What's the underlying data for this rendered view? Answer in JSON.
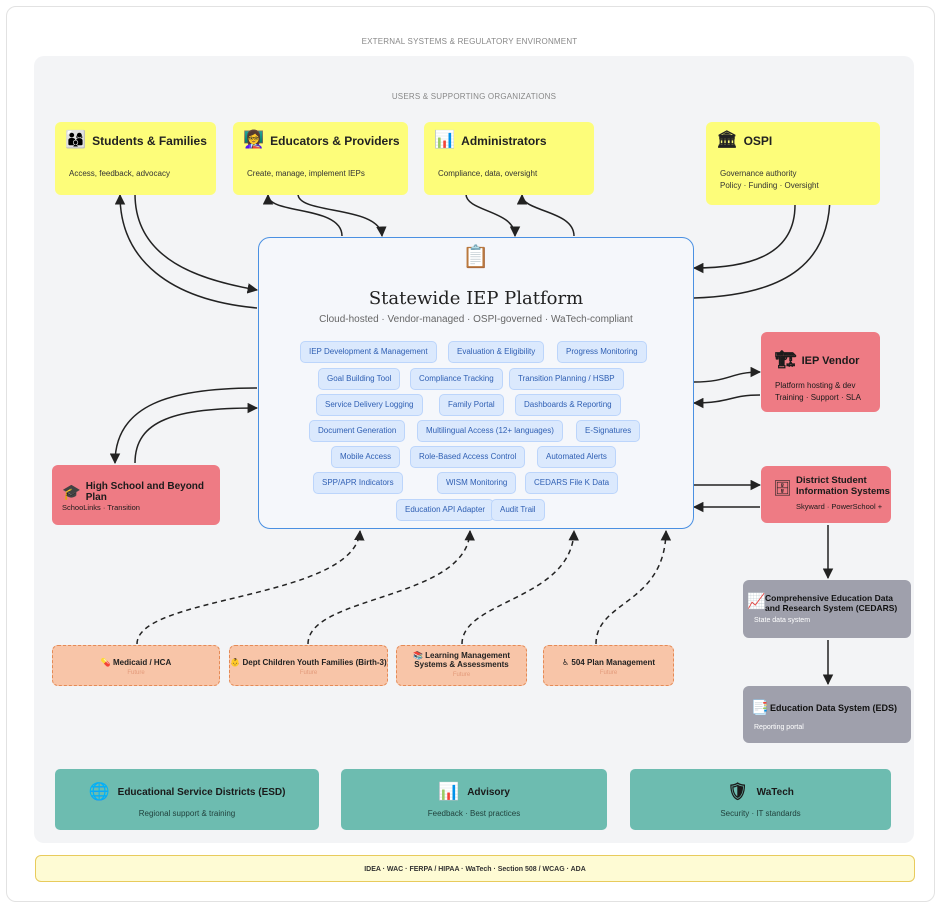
{
  "outer_caption": "EXTERNAL SYSTEMS & REGULATORY ENVIRONMENT",
  "inner_caption": "USERS & SUPPORTING ORGANIZATIONS",
  "users": [
    {
      "icon": "👨‍👩‍👦",
      "title": "Students & Families",
      "sub": "Access, feedback, advocacy"
    },
    {
      "icon": "👩‍🏫",
      "title": "Educators & Providers",
      "sub": "Create, manage, implement IEPs"
    },
    {
      "icon": "📊",
      "title": "Administrators",
      "sub": "Compliance, data, oversight"
    },
    {
      "icon": "🏛",
      "title": "OSPI",
      "sub1": "Governance authority",
      "sub2": "Policy · Funding · Oversight"
    }
  ],
  "platform": {
    "icon": "📋",
    "title": "Statewide IEP Platform",
    "subtitle": "Cloud-hosted · Vendor-managed · OSPI-governed · WaTech-compliant",
    "features": [
      "IEP Development & Management",
      "Evaluation & Eligibility",
      "Progress Monitoring",
      "Goal Building Tool",
      "Compliance Tracking",
      "Transition Planning / HSBP",
      "Service Delivery Logging",
      "Family Portal",
      "Dashboards & Reporting",
      "Document Generation",
      "Multilingual Access (12+ languages)",
      "E-Signatures",
      "Mobile Access",
      "Role-Based Access Control",
      "Automated Alerts",
      "SPP/APR Indicators",
      "WISM Monitoring",
      "CEDARS File K Data",
      "Education API Adapter",
      "Audit Trail"
    ]
  },
  "vendor": {
    "icon": "🏗",
    "title": "IEP Vendor",
    "sub1": "Platform hosting & dev",
    "sub2": "Training · Support · SLA"
  },
  "sis": {
    "icon": "🗄",
    "title1": "District Student",
    "title2": "Information Systems",
    "sub": "Skyward · PowerSchool +"
  },
  "hsbp": {
    "icon": "🎓",
    "title": "High School and Beyond Plan",
    "sub": "SchooLinks · Transition"
  },
  "cedars": {
    "icon": "📈",
    "title1": "Comprehensive Education Data",
    "title2": "and Research System (CEDARS)",
    "sub": "State data system"
  },
  "eds": {
    "icon": "📑",
    "title": "Education Data System (EDS)",
    "sub": "Reporting portal"
  },
  "future": [
    {
      "icon": "💊",
      "title1": "Medicaid / HCA",
      "title2": "",
      "label": "Future"
    },
    {
      "icon": "👶",
      "title1": "Dept Children Youth Families (Birth-3)",
      "title2": "",
      "label": "Future"
    },
    {
      "icon": "📚",
      "title1": "Learning Management",
      "title2": "Systems & Assessments",
      "label": "Future"
    },
    {
      "icon": "♿",
      "title1": "504 Plan Management",
      "title2": "",
      "label": "Future"
    }
  ],
  "support": [
    {
      "icon": "🌐",
      "title": "Educational Service Districts (ESD)",
      "sub": "Regional support & training"
    },
    {
      "icon": "📊",
      "title": "Advisory",
      "sub": "Feedback · Best practices"
    },
    {
      "icon": "🛡",
      "title": "WaTech",
      "sub": "Security · IT standards"
    }
  ],
  "footer": "IDEA · WAC · FERPA / HIPAA · WaTech · Section 508 / WCAG · ADA"
}
